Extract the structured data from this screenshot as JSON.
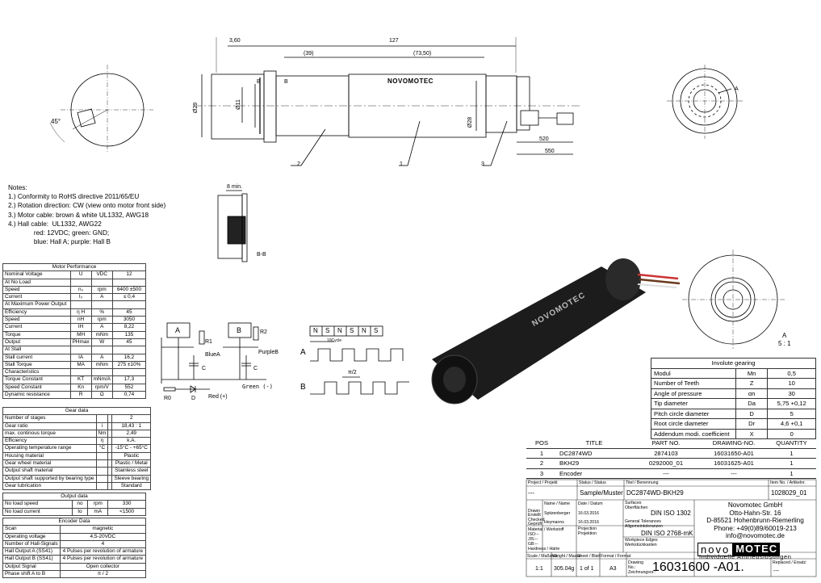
{
  "drawing": {
    "dims": {
      "d360": "3,60",
      "d127": "127",
      "d39": "(39)",
      "d7350": "(73,50)",
      "dia29": "Ø29",
      "dia11": "Ø11",
      "dia28": "Ø28",
      "d520": "520",
      "d550": "550",
      "angle45": "45°",
      "section_b": "B",
      "min8": "8 min.",
      "section_bb": "B-B",
      "detail_a": "A",
      "scale_a": "A",
      "scale_51": "5 : 1",
      "callout1": "1",
      "callout2": "2",
      "callout3": "3",
      "brand_on_motor": "NOVOMOTEC"
    },
    "hall_circuit": {
      "box_a": "A",
      "box_b": "B",
      "r1": "R1",
      "r2": "R2",
      "blue": "BlueA",
      "purple": "PurpleB",
      "c1": "C",
      "c2": "C",
      "r0": "R0",
      "d": "D",
      "red": "Red (+)",
      "green": "Green (-)"
    },
    "waveform": {
      "poles": [
        "N",
        "S",
        "N",
        "S",
        "N",
        "S"
      ],
      "a": "A",
      "b": "B",
      "period": "10Cycle",
      "phase": "π/2"
    }
  },
  "notes": {
    "title": "Notes:",
    "lines": [
      "1.) Conformity to RoHS directive 2011/65/EU",
      "2.) Rotation direction: CW (view onto motor front side)",
      "3.) Motor cable: brown & white UL1332, AWG18",
      "4.) Hall cable:  UL1332, AWG22",
      "              red: 12VDC; green: GND;",
      "              blue: Hall A; purple: Hall B"
    ]
  },
  "motor_performance": {
    "title": "Motor Performance",
    "rows": [
      [
        "Nominal Voltage",
        "U",
        "VDC",
        "12"
      ],
      [
        "At No Load",
        "",
        "",
        ""
      ],
      [
        "Speed",
        "n₀",
        "rpm",
        "6400 ±500"
      ],
      [
        "Current",
        "I₀",
        "A",
        "≤ 0,4"
      ],
      [
        "At Maximum Power Output",
        "",
        "",
        ""
      ],
      [
        "Efficiency",
        "η H",
        "%",
        "45"
      ],
      [
        "Speed",
        "nH",
        "rpm",
        "3050"
      ],
      [
        "Current",
        "IH",
        "A",
        "8,22"
      ],
      [
        "Torque",
        "MH",
        "mNm",
        "135"
      ],
      [
        "Output",
        "PHmax",
        "W",
        "45"
      ],
      [
        "At Stall",
        "",
        "",
        ""
      ],
      [
        "Stall current",
        "IA",
        "A",
        "16,2"
      ],
      [
        "Stall Torque",
        "MA",
        "mNm",
        "275 ±10%"
      ],
      [
        "Characteristics",
        "",
        "",
        ""
      ],
      [
        "Torque Constant",
        "KT",
        "mNm/A",
        "17,3"
      ],
      [
        "Speed Constant",
        "Kn",
        "rpm/V",
        "552"
      ],
      [
        "Dynamic resistance",
        "R",
        "Ω",
        "0,74"
      ]
    ]
  },
  "gear_data": {
    "title": "Gear data",
    "rows": [
      [
        "Number of stages",
        "",
        "",
        "2"
      ],
      [
        "Gear ratio",
        "i",
        "",
        "18,43 : 1"
      ],
      [
        "max. continous torque",
        "Nm",
        "",
        "2,49"
      ],
      [
        "Efficiency",
        "η",
        "",
        "k.A."
      ],
      [
        "Operating temperature range",
        "°C",
        "",
        "-15°C - +65°C"
      ],
      [
        "Housing material",
        "",
        "",
        "Plastic"
      ],
      [
        "Gear wheel material",
        "",
        "",
        "Plastic / Metal"
      ],
      [
        "Output shaft material",
        "",
        "",
        "Stainless steel"
      ],
      [
        "Output shaft supported by bearing type",
        "",
        "",
        "Sleeve bearing"
      ],
      [
        "Gear lubrication",
        "",
        "",
        "Standard"
      ]
    ]
  },
  "output_data": {
    "title": "Output data",
    "rows": [
      [
        "No load speed",
        "no",
        "rpm",
        "330"
      ],
      [
        "No load current",
        "Io",
        "mA",
        "<1500"
      ]
    ]
  },
  "encoder_data": {
    "title": "Encoder Data",
    "rows": [
      [
        "Scan",
        "magnetic"
      ],
      [
        "Operating voltage",
        "4,5-20VDC"
      ],
      [
        "Number of Hall-Signals",
        "4"
      ],
      [
        "Hall Output A (SS41)",
        "4 Pulses per revolution of armature"
      ],
      [
        "Hall Output B (SS41)",
        "4 Pulses per revolution of armature"
      ],
      [
        "Output Signal",
        "Open collector"
      ],
      [
        "Phase shift A to B",
        "π / 2"
      ]
    ]
  },
  "involute_gearing": {
    "title": "Involute gearing",
    "rows": [
      [
        "Modul",
        "Mn",
        "0,5"
      ],
      [
        "Number of Teeth",
        "Z",
        "10"
      ],
      [
        "Angle of pressure",
        "αn",
        "30"
      ],
      [
        "Tip diameter",
        "Da",
        "5,75 +0,12"
      ],
      [
        "Pitch circle diameter",
        "D",
        "5"
      ],
      [
        "Root circle diameter",
        "Dr",
        "4,6 +0,1"
      ],
      [
        "Addendum modi. coefficient",
        "X",
        "0"
      ]
    ]
  },
  "parts_list": {
    "headers": [
      "POS",
      "TITLE",
      "PART NO.",
      "DRAWING-NO.",
      "QUANTITY"
    ],
    "rows": [
      [
        "1",
        "DC2874WD",
        "2874103",
        "16031650-A01",
        "1"
      ],
      [
        "2",
        "BKH29",
        "0292000_01",
        "16031625-A01",
        "1"
      ],
      [
        "3",
        "Encoder",
        "---",
        "---",
        "1"
      ]
    ]
  },
  "title_block": {
    "project_label": "Project / Projekt",
    "project_value": "---",
    "status_label": "Status / Status",
    "status_value": "Sample/Muster",
    "title_label": "Titel / Benennung",
    "title_value": "DC2874WD-BKH29",
    "item_label": "Item No. / Artikelnr.",
    "item_value": "1028029_01",
    "name_label": "Name / Name",
    "date_label": "Date / Datum",
    "drawn_label": "Drawn Erstellt",
    "drawn_name": "Spitzenberger",
    "drawn_date": "16.03.2016",
    "checked_label": "Checked Geprüft",
    "checked_name": "Heymanns",
    "checked_date": "16.03.2016",
    "surfaces_label": "Surfaces Oberflächen",
    "iso1302": "DIN ISO 1302",
    "tolerances_label": "General Tolerances Allgemeintoleranzen",
    "iso2768": "DIN ISO 2768-mK",
    "material_label": "Material / Werkstoff",
    "iso_label": "ISO:--",
    "jis_label": "JIS:--",
    "gb_label": "GB:--",
    "hardness_label": "Hardness / Härte",
    "projection_label": "Projection Projektion",
    "edges_label": "Workpiece Edges Werkstückkanten",
    "scale_label": "Scale / Maßstab",
    "weight_label": "Weight / Masse",
    "sheet_label": "Sheet / Blatt",
    "format_label": "Format / Format",
    "scale_value": "1:1",
    "weight_value": "305.04g",
    "sheet_value": "1 of 1",
    "format_value": "A3",
    "drawing_no_label": "Drawing No.: Zeichnungsnr.:",
    "drawing_no_value": "16031600 -A01.",
    "replaced_label": "Replaced / Ersatz:",
    "replaced_value": "---",
    "company": {
      "name": "Novomotec GmbH",
      "street": "Otto-Hahn-Str. 16",
      "city": "D-85521 Hohenbrunn-Riemerling",
      "phone": "Phone: +49(0)89/60019-213",
      "email": "info@novomotec.de"
    },
    "logo_left": "novo",
    "logo_right": "MOTEC",
    "tagline": "Individuelle Antriebslösungen"
  }
}
